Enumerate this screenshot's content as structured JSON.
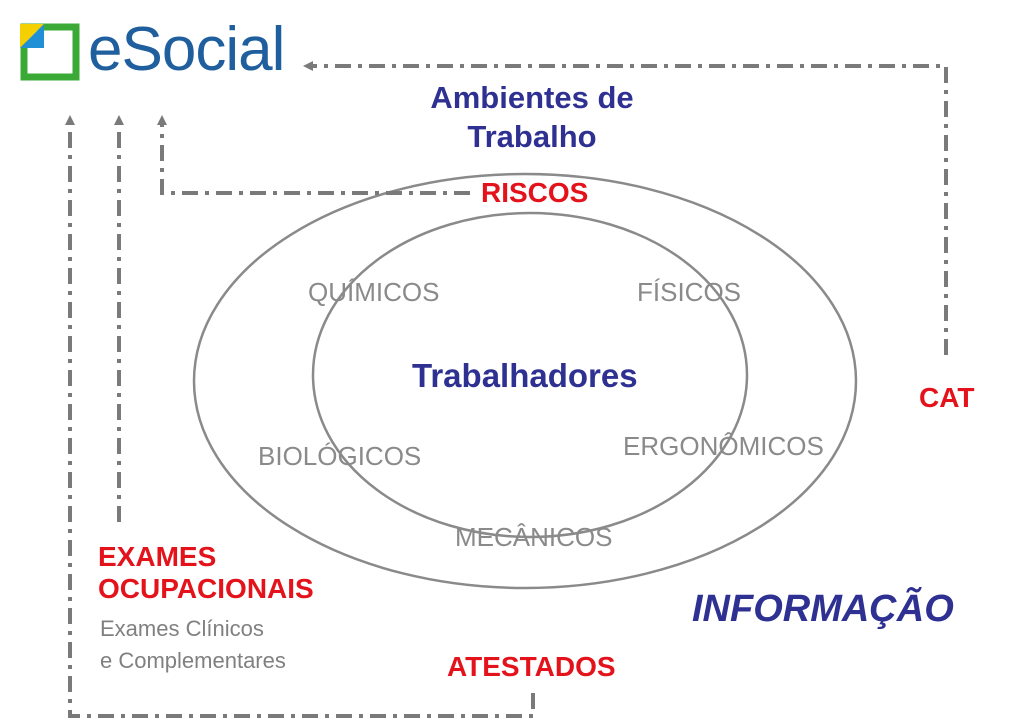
{
  "brand": {
    "name": "eSocial",
    "colors": {
      "green": "#3aa935",
      "yellow": "#f5d000",
      "blue": "#1f5f9e",
      "accent_navy": "#2e3192",
      "accent_red": "#e3121b",
      "gray": "#8a8a8a"
    },
    "icon": "document-folded-corner-icon"
  },
  "labels": {
    "ambientes_line1": "Ambientes de",
    "ambientes_line2": "Trabalho",
    "riscos": "RISCOS",
    "trabalhadores": "Trabalhadores",
    "cat": "CAT",
    "exames_line1": "EXAMES",
    "exames_line2": "OCUPACIONAIS",
    "exames_sub_line1": "Exames Clínicos",
    "exames_sub_line2": "e Complementares",
    "informacao": "INFORMAÇÃO",
    "atestados": "ATESTADOS"
  },
  "risks": {
    "quimicos": "QUÍMICOS",
    "fisicos": "FÍSICOS",
    "biologicos": "BIOLÓGICOS",
    "ergonomicos": "ERGONÔMICOS",
    "mecanicos": "MECÂNICOS"
  }
}
